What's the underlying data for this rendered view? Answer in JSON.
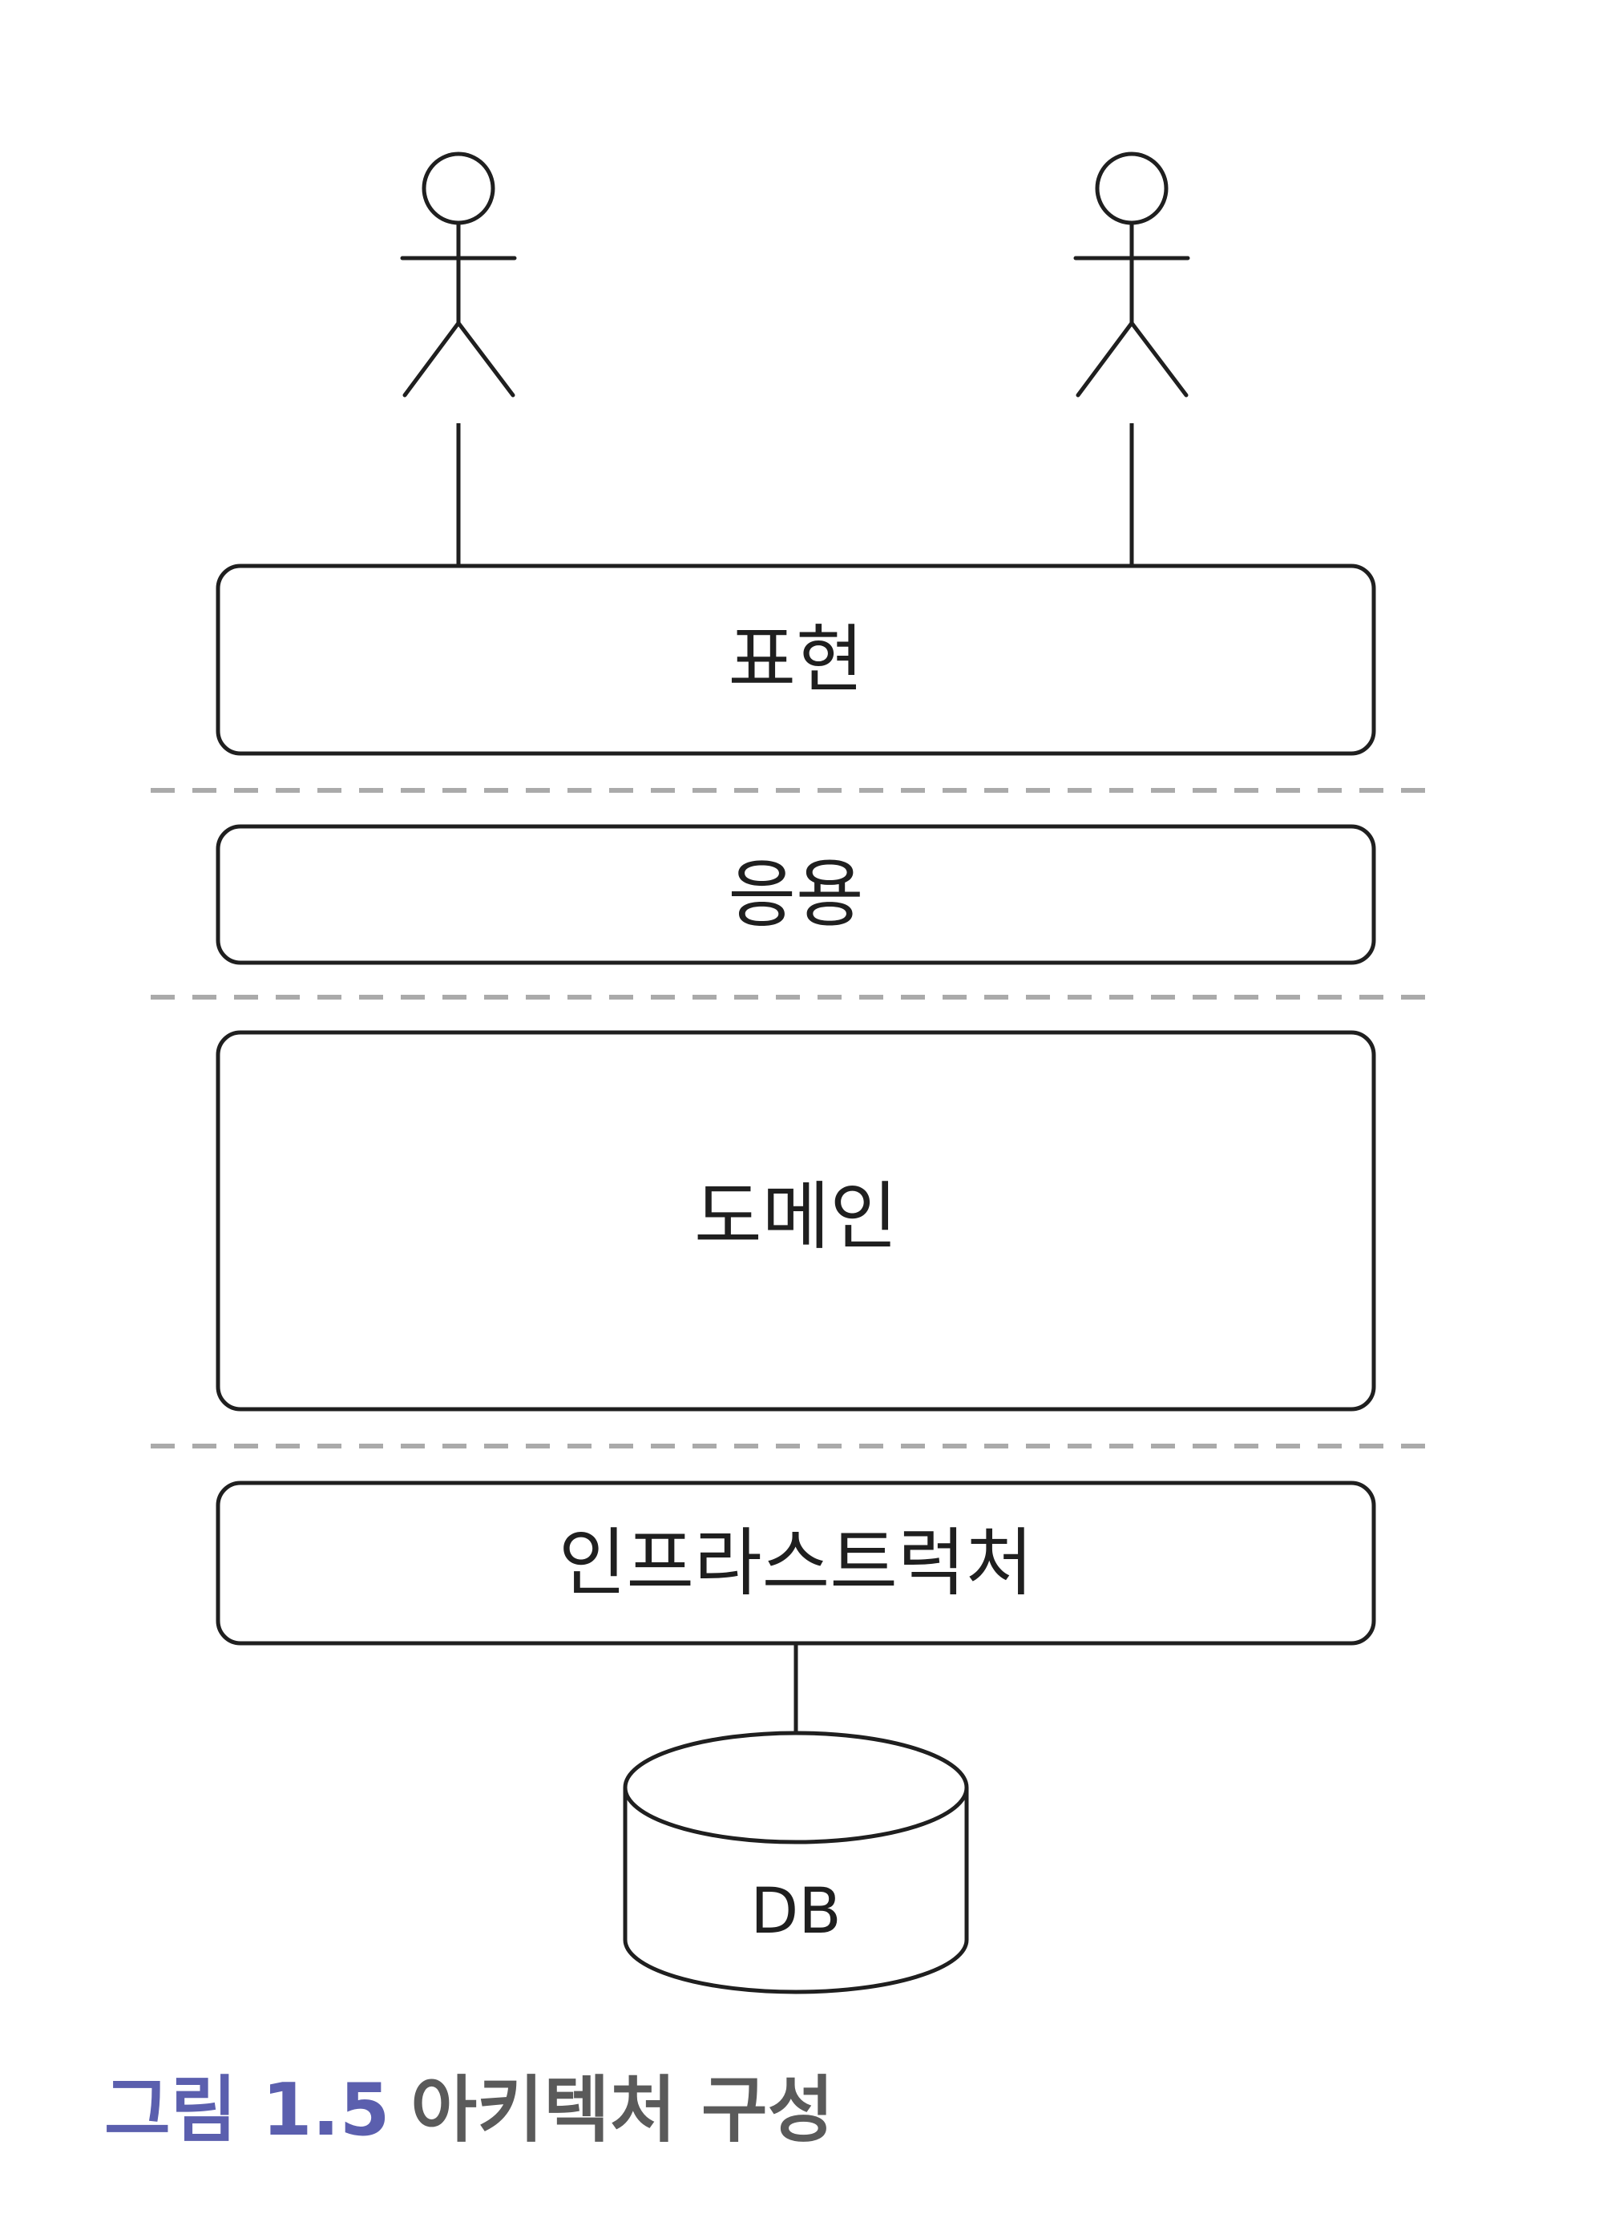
{
  "diagram": {
    "layers": {
      "presentation": "표현",
      "application": "응용",
      "domain": "도메인",
      "infrastructure": "인프라스트럭처"
    },
    "database": "DB"
  },
  "caption": {
    "number": "그림 1.5",
    "text": "아키텍처 구성"
  },
  "colors": {
    "stroke": "#1f1f1f",
    "separator": "#aaaaaa",
    "caption_number": "#5b5fae",
    "caption_text": "#5a5a5a"
  }
}
